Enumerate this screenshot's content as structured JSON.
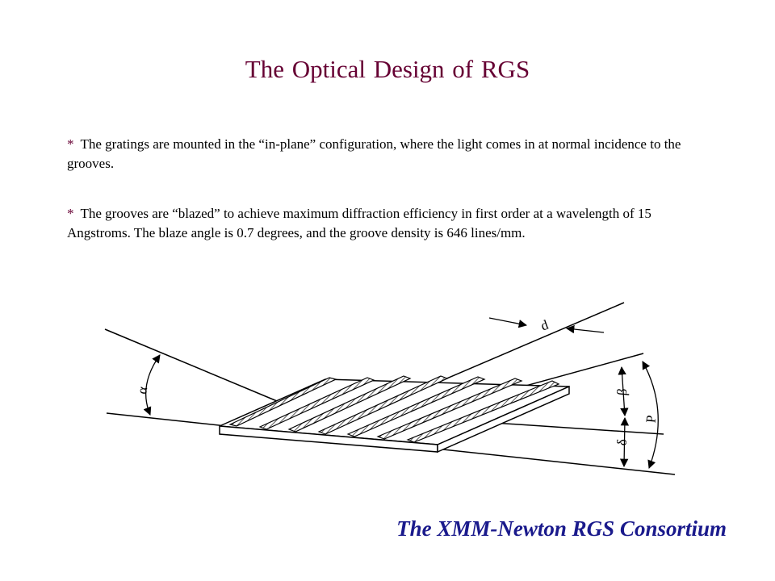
{
  "slide": {
    "title": "The Optical Design of RGS",
    "bullets": [
      {
        "marker": "*",
        "text": "The gratings are mounted in the “in-plane” configuration, where the light comes in at normal incidence to the grooves."
      },
      {
        "marker": "*",
        "text": "The grooves are “blazed” to achieve maximum diffraction efficiency in first order at a wavelength of 15 Angstroms.  The blaze angle is 0.7 degrees, and the groove density is 646 lines/mm."
      }
    ],
    "footer": "The XMM-Newton RGS Consortium",
    "colors": {
      "title": "#660033",
      "footer": "#1a1a8c",
      "text": "#000000"
    }
  },
  "diagram": {
    "labels": {
      "groove_spacing": "d",
      "incidence_angle": "α",
      "exit_angle": "β",
      "blaze_angle": "δ",
      "total_angle": "P"
    }
  }
}
